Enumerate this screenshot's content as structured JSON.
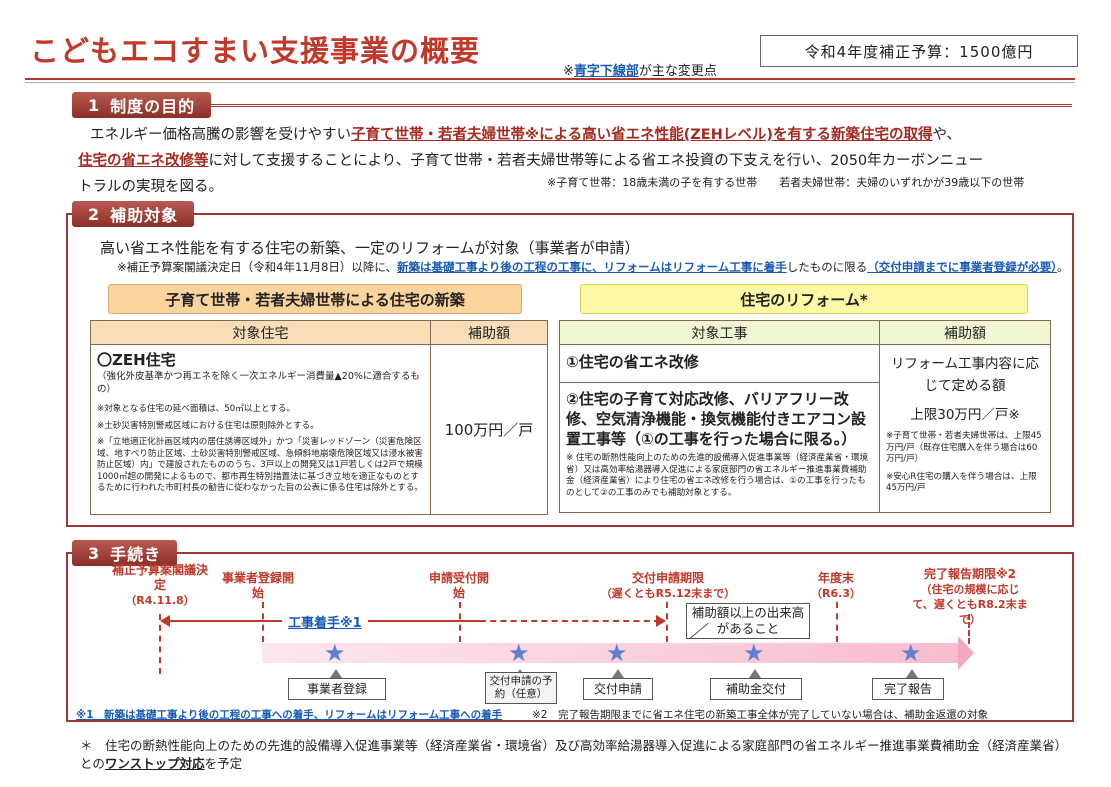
{
  "header": {
    "title": "こどもエコすまい支援事業の概要",
    "change_note_prefix": "※",
    "change_note_highlight": "青字下線部",
    "change_note_suffix": "が主な変更点",
    "budget": "令和4年度補正予算：1500億円"
  },
  "section1": {
    "num": "1",
    "title": "制度の目的",
    "p1_a": "エネルギー価格高騰の影響を受けやすい",
    "p1_b": "子育て世帯・若者夫婦世帯※による高い省エネ性能(ZEHレベル)を有する新築住宅の取得",
    "p1_c": "や、",
    "p2_a": "住宅の省エネ改修等",
    "p2_b": "に対して支援することにより、子育て世帯・若者夫婦世帯等による省エネ投資の下支えを行い、2050年カーボンニュー",
    "p3": "トラルの実現を図る。",
    "note": "※子育て世帯：18歳未満の子を有する世帯　　若者夫婦世帯：夫婦のいずれかが39歳以下の世帯"
  },
  "section2": {
    "num": "2",
    "title": "補助対象",
    "lead": "高い省エネ性能を有する住宅の新築、一定のリフォームが対象（事業者が申請）",
    "note_a": "※補正予算案閣議決定日（令和4年11月8日）以降に、",
    "note_b": "新築は基礎工事より後の工程の工事に、リフォームはリフォーム工事に着手",
    "note_c": "したものに限る",
    "note_d": "（交付申請までに事業者登録が必要）",
    "note_e": "。",
    "new_build": {
      "head": "子育て世帯・若者夫婦世帯による住宅の新築",
      "col1": "対象住宅",
      "col2": "補助額",
      "zeh_title": "〇ZEH住宅",
      "zeh_desc": "（強化外皮基準かつ再エネを除く一次エネルギー消費量▲20%に適合するもの）",
      "n1": "※対象となる住宅の延べ面積は、50㎡以上とする。",
      "n2": "※土砂災害特別警戒区域における住宅は原則除外とする。",
      "n3": "※「立地適正化計画区域内の居住誘導区域外」かつ「災害レッドゾーン（災害危険区域、地すべり防止区域、土砂災害特別警戒区域、急傾斜地崩壊危険区域又は浸水被害防止区域）内」で建設されたもののうち、3戸以上の開発又は1戸若しくは2戸で規模1000㎡超の開発によるもので、都市再生特別措置法に基づき立地を適正なものとするために行われた市町村長の勧告に従わなかった旨の公表に係る住宅は除外とする。",
      "amount": "100万円／戸"
    },
    "reform": {
      "head": "住宅のリフォーム*",
      "col1": "対象工事",
      "col2": "補助額",
      "w1": "①住宅の省エネ改修",
      "w2": "②住宅の子育て対応改修、バリアフリー改修、空気清浄機能・換気機能付きエアコン設置工事等（①の工事を行った場合に限る。）",
      "w_note": "※ 住宅の断熱性能向上のための先進的設備導入促進事業等（経済産業省・環境省）又は高効率給湯器導入促進による家庭部門の省エネルギー推進事業費補助金（経済産業省）により住宅の省エネ改修を行う場合は、①の工事を行ったものとして②の工事のみでも補助対象とする。",
      "amount1": "リフォーム工事内容に応じて定める額",
      "amount2": "上限30万円／戸※",
      "a_note1": "※子育て世帯・若者夫婦世帯は、上限45万円/戸（既存住宅購入を伴う場合は60万円/戸）",
      "a_note2": "※安心R住宅の購入を伴う場合は、上限45万円/戸"
    }
  },
  "section3": {
    "num": "3",
    "title": "手続き",
    "m1": "補正予算案閣議決定",
    "m1_sub": "（R4.11.8）",
    "m2": "事業者登録開始",
    "m3": "申請受付開始",
    "m4": "交付申請期限",
    "m4_sub": "（遅くともR5.12末まで）",
    "m5": "年度末",
    "m5_sub": "（R6.3）",
    "m6": "完了報告期限※2",
    "m6_sub": "（住宅の規模に応じて、遅くともR8.2末まで）",
    "work_start": "工事着手※1",
    "callout": "補助額以上の出来高があること",
    "steps": [
      "事業者登録",
      "交付申請の予約（任意）",
      "交付申請",
      "補助金交付",
      "完了報告"
    ],
    "fn1": "※1　新築は基礎工事より後の工程の工事への着手、リフォームはリフォーム工事への着手",
    "fn2": "※2　完了報告期限までに省エネ住宅の新築工事全体が完了していない場合は、補助金返還の対象"
  },
  "bottom_note": {
    "a": "＊　住宅の断熱性能向上のための先進的設備導入促進事業等（経済産業省・環境省）及び高効率給湯器導入促進による家庭部門の省エネルギー推進事業費補助金（経済産業省）との",
    "b": "ワンストップ対応",
    "c": "を予定"
  },
  "colors": {
    "accent_red": "#c0392b",
    "section_border": "#9b3a33",
    "link_blue": "#1a5bb5",
    "star_blue": "#5f7fd2",
    "band_pink": "#f7bccd"
  }
}
